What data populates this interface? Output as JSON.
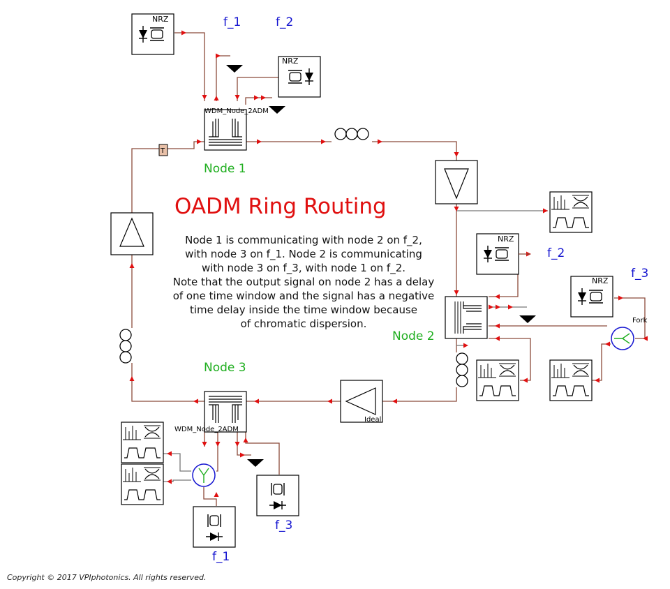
{
  "diagram": {
    "title": "OADM Ring Routing",
    "description_lines": [
      "Node 1 is communicating with node 2 on f_2,",
      "with node 3 on f_1.  Node 2 is communicating",
      "with node 3 on f_3, with node 1 on f_2.",
      "Note that the output signal on node 2 has a delay",
      "of one time window and the signal has a negative",
      "time delay inside the time window because",
      "of chromatic dispersion."
    ],
    "nodes": {
      "node1": "Node 1",
      "node2": "Node 2",
      "node3": "Node 3"
    },
    "component_labels": {
      "wdm_node1": "WDM_Node_2ADM",
      "wdm_node3": "WDM_Node_2ADM",
      "nrz": "NRZ",
      "fork": "Fork",
      "ideal": "Ideal",
      "delay": "T"
    },
    "frequencies": {
      "f1": "f_1",
      "f2": "f_2",
      "f3": "f_3"
    },
    "copyright": "Copyright © 2017 VPIphotonics. All rights reserved.",
    "colors": {
      "title": "#e01010",
      "node_label": "#1fae1f",
      "frequency_label": "#1414d0",
      "wire": "#8b4a3a",
      "port_arrow": "#e01010"
    }
  }
}
